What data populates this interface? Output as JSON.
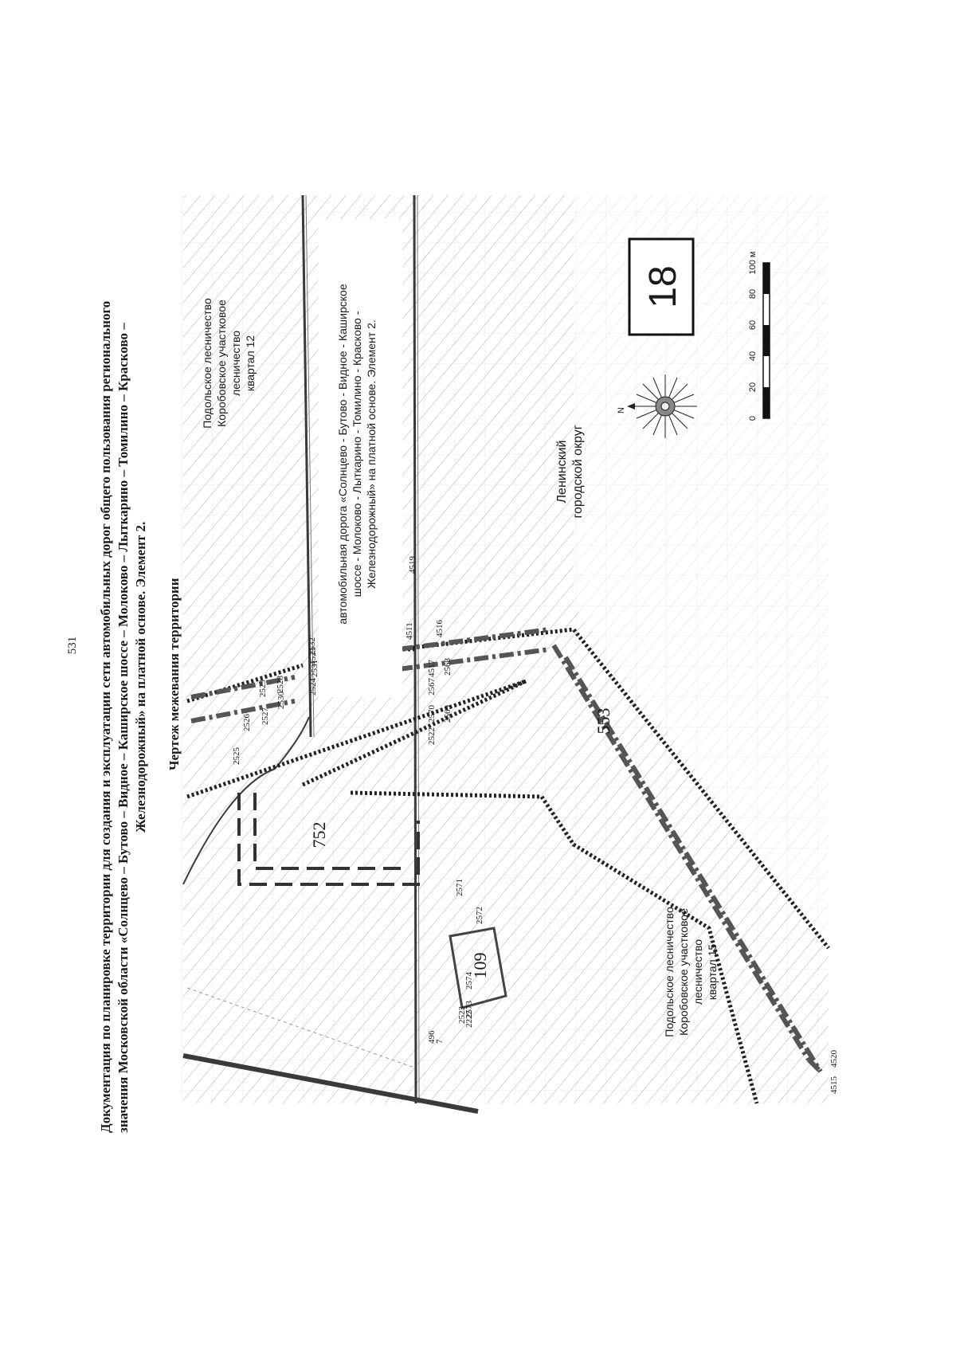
{
  "page_number": "531",
  "title": {
    "line1": "Документация по планировке территории для создания и эксплуатации сети автомобильных дорог общего пользования регионального",
    "line2": "значения Московской области «Солнцево – Бутово – Видное – Каширское шоссе – Молоково – Лыткарино – Томилино – Красково –",
    "line3": "Железнодорожный» на платной основе. Элемент 2.",
    "subtitle": "Чертеж межевания территории"
  },
  "labels": {
    "forest_12": [
      "Подольское лесничество",
      "Коробовское участковое",
      "лесничество",
      "квартал 12"
    ],
    "road": [
      "автомобильная дорога «Солнцево - Бутово - Видное - Каширское",
      "шоссе - Молоково - Лыткарино - Томилино - Красково -",
      "Железнодорожный» на платной основе. Элемент 2."
    ],
    "district": [
      "Ленинский",
      "городской округ"
    ],
    "forest_15": [
      "Подольское лесничество",
      "Коробовское участковое",
      "лесничество",
      "квартал 15"
    ]
  },
  "parcels": [
    {
      "id": "parcel-752",
      "number": "752"
    },
    {
      "id": "parcel-553",
      "number": "553"
    },
    {
      "id": "parcel-109",
      "number": "109"
    }
  ],
  "point_labels": [
    "2525",
    "2526",
    "2527",
    "2529",
    "2530",
    "2528",
    "2524",
    "2531",
    "4523",
    "2532",
    "2522",
    "2570",
    "2569",
    "2567",
    "2568",
    "4517",
    "4511",
    "4516",
    "4519",
    "2571",
    "2572",
    "2574",
    "2573",
    "2523",
    "2222",
    "496",
    "7",
    "4515",
    "4520"
  ],
  "sheet_number": "18",
  "north_label": "N",
  "scale": {
    "ticks": [
      "0",
      "20",
      "40",
      "60",
      "80",
      "100 м"
    ]
  },
  "colors": {
    "ink": "#1a1a1a",
    "boundary": "#2b2b2b",
    "parcel": "#555555",
    "hatch": "#bdbdbd"
  }
}
